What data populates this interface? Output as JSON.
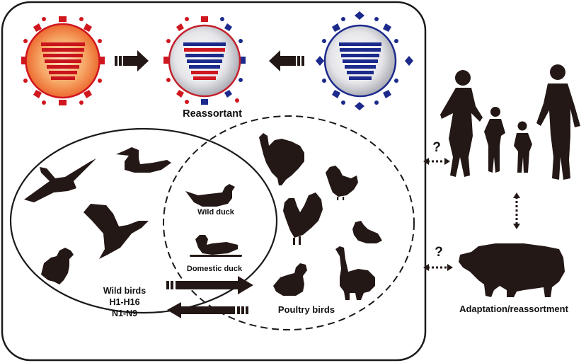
{
  "labels": {
    "reassortant": "Reassortant",
    "wild_duck": "Wild duck",
    "domestic_duck": "Domestic duck",
    "wild_birds": "Wild birds",
    "h_range": "H1-H16",
    "n_range": "N1-N9",
    "poultry_birds": "Poultry birds",
    "adaptation": "Adaptation/reassortment",
    "question_top": "?",
    "question_bottom": "?"
  },
  "colors": {
    "red": "#d0161e",
    "blue": "#1c2a8c",
    "orange": "#f27b36",
    "silhouette": "#231815",
    "frame": "#1a1a1a"
  },
  "icons": [
    "red-virus-icon",
    "reassortant-virus-icon",
    "blue-virus-icon",
    "arrow-right-icon",
    "arrow-left-icon",
    "goose-icon",
    "duck-icon",
    "turkey-icon",
    "hen-icon",
    "rooster-icon",
    "quail-icon",
    "ostrich-icon",
    "family-icon",
    "pig-icon"
  ]
}
